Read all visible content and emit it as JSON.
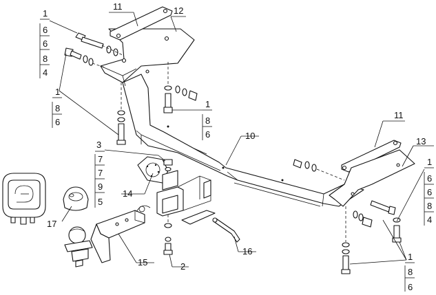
{
  "diagram": {
    "callouts": [
      {
        "id": "c11a",
        "text": "11"
      },
      {
        "id": "c12",
        "text": "12"
      },
      {
        "id": "c11b",
        "text": "11"
      },
      {
        "id": "c13",
        "text": "13"
      },
      {
        "id": "c10",
        "text": "10"
      },
      {
        "id": "c14",
        "text": "14"
      },
      {
        "id": "c17",
        "text": "17"
      },
      {
        "id": "c15",
        "text": "15"
      },
      {
        "id": "c2",
        "text": "2"
      },
      {
        "id": "c16",
        "text": "16"
      },
      {
        "id": "c3",
        "text": "3"
      }
    ],
    "fraction_groups": [
      {
        "id": "g_top_left_a",
        "top": "1",
        "items": [
          "6",
          "6",
          "8",
          "4"
        ]
      },
      {
        "id": "g_top_left_b",
        "top": "1",
        "items": [
          "8",
          "6"
        ]
      },
      {
        "id": "g_mid_center",
        "top": "1",
        "items": [
          "8",
          "6"
        ]
      },
      {
        "id": "g_left_3",
        "top": "3",
        "items": [
          "7",
          "7",
          "9",
          "5"
        ]
      },
      {
        "id": "g_right_a",
        "top": "1",
        "items": [
          "6",
          "6",
          "8",
          "4"
        ]
      },
      {
        "id": "g_right_b",
        "top": "1",
        "items": [
          "8",
          "6"
        ]
      }
    ]
  }
}
